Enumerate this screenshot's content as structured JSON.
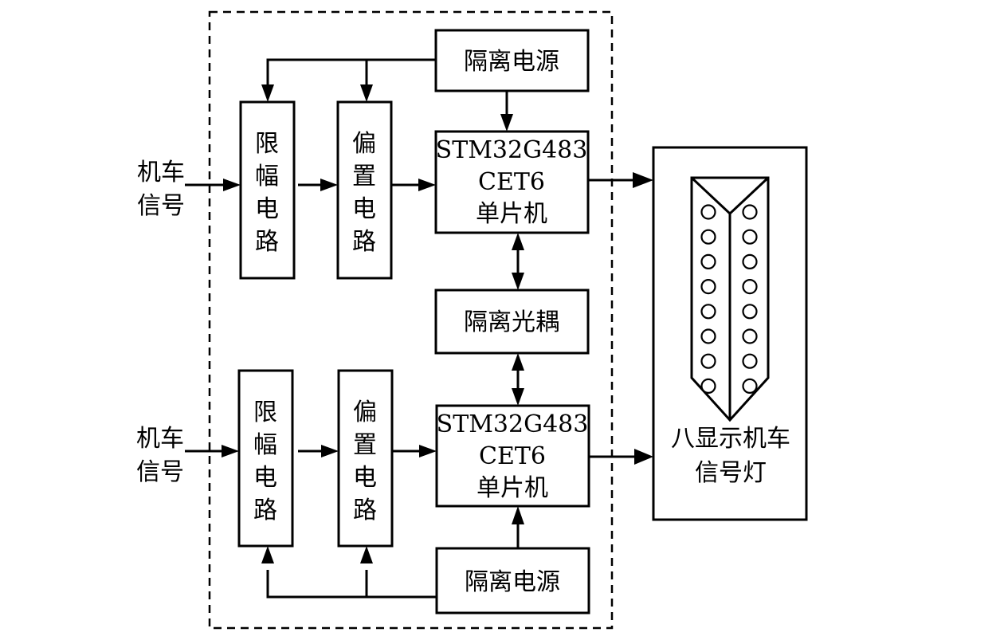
{
  "diagram": {
    "input_signal": [
      "机车",
      "信号"
    ],
    "limiter": [
      "限",
      "幅",
      "电",
      "路"
    ],
    "bias": [
      "偏",
      "置",
      "电",
      "路"
    ],
    "isolated_power": "隔离电源",
    "mcu": [
      "STM32G483",
      "CET6",
      "单片机"
    ],
    "optocoupler": "隔离光耦",
    "signal_lamp": [
      "八显示机车",
      "信号灯"
    ],
    "lamp_count_per_column": 8
  }
}
